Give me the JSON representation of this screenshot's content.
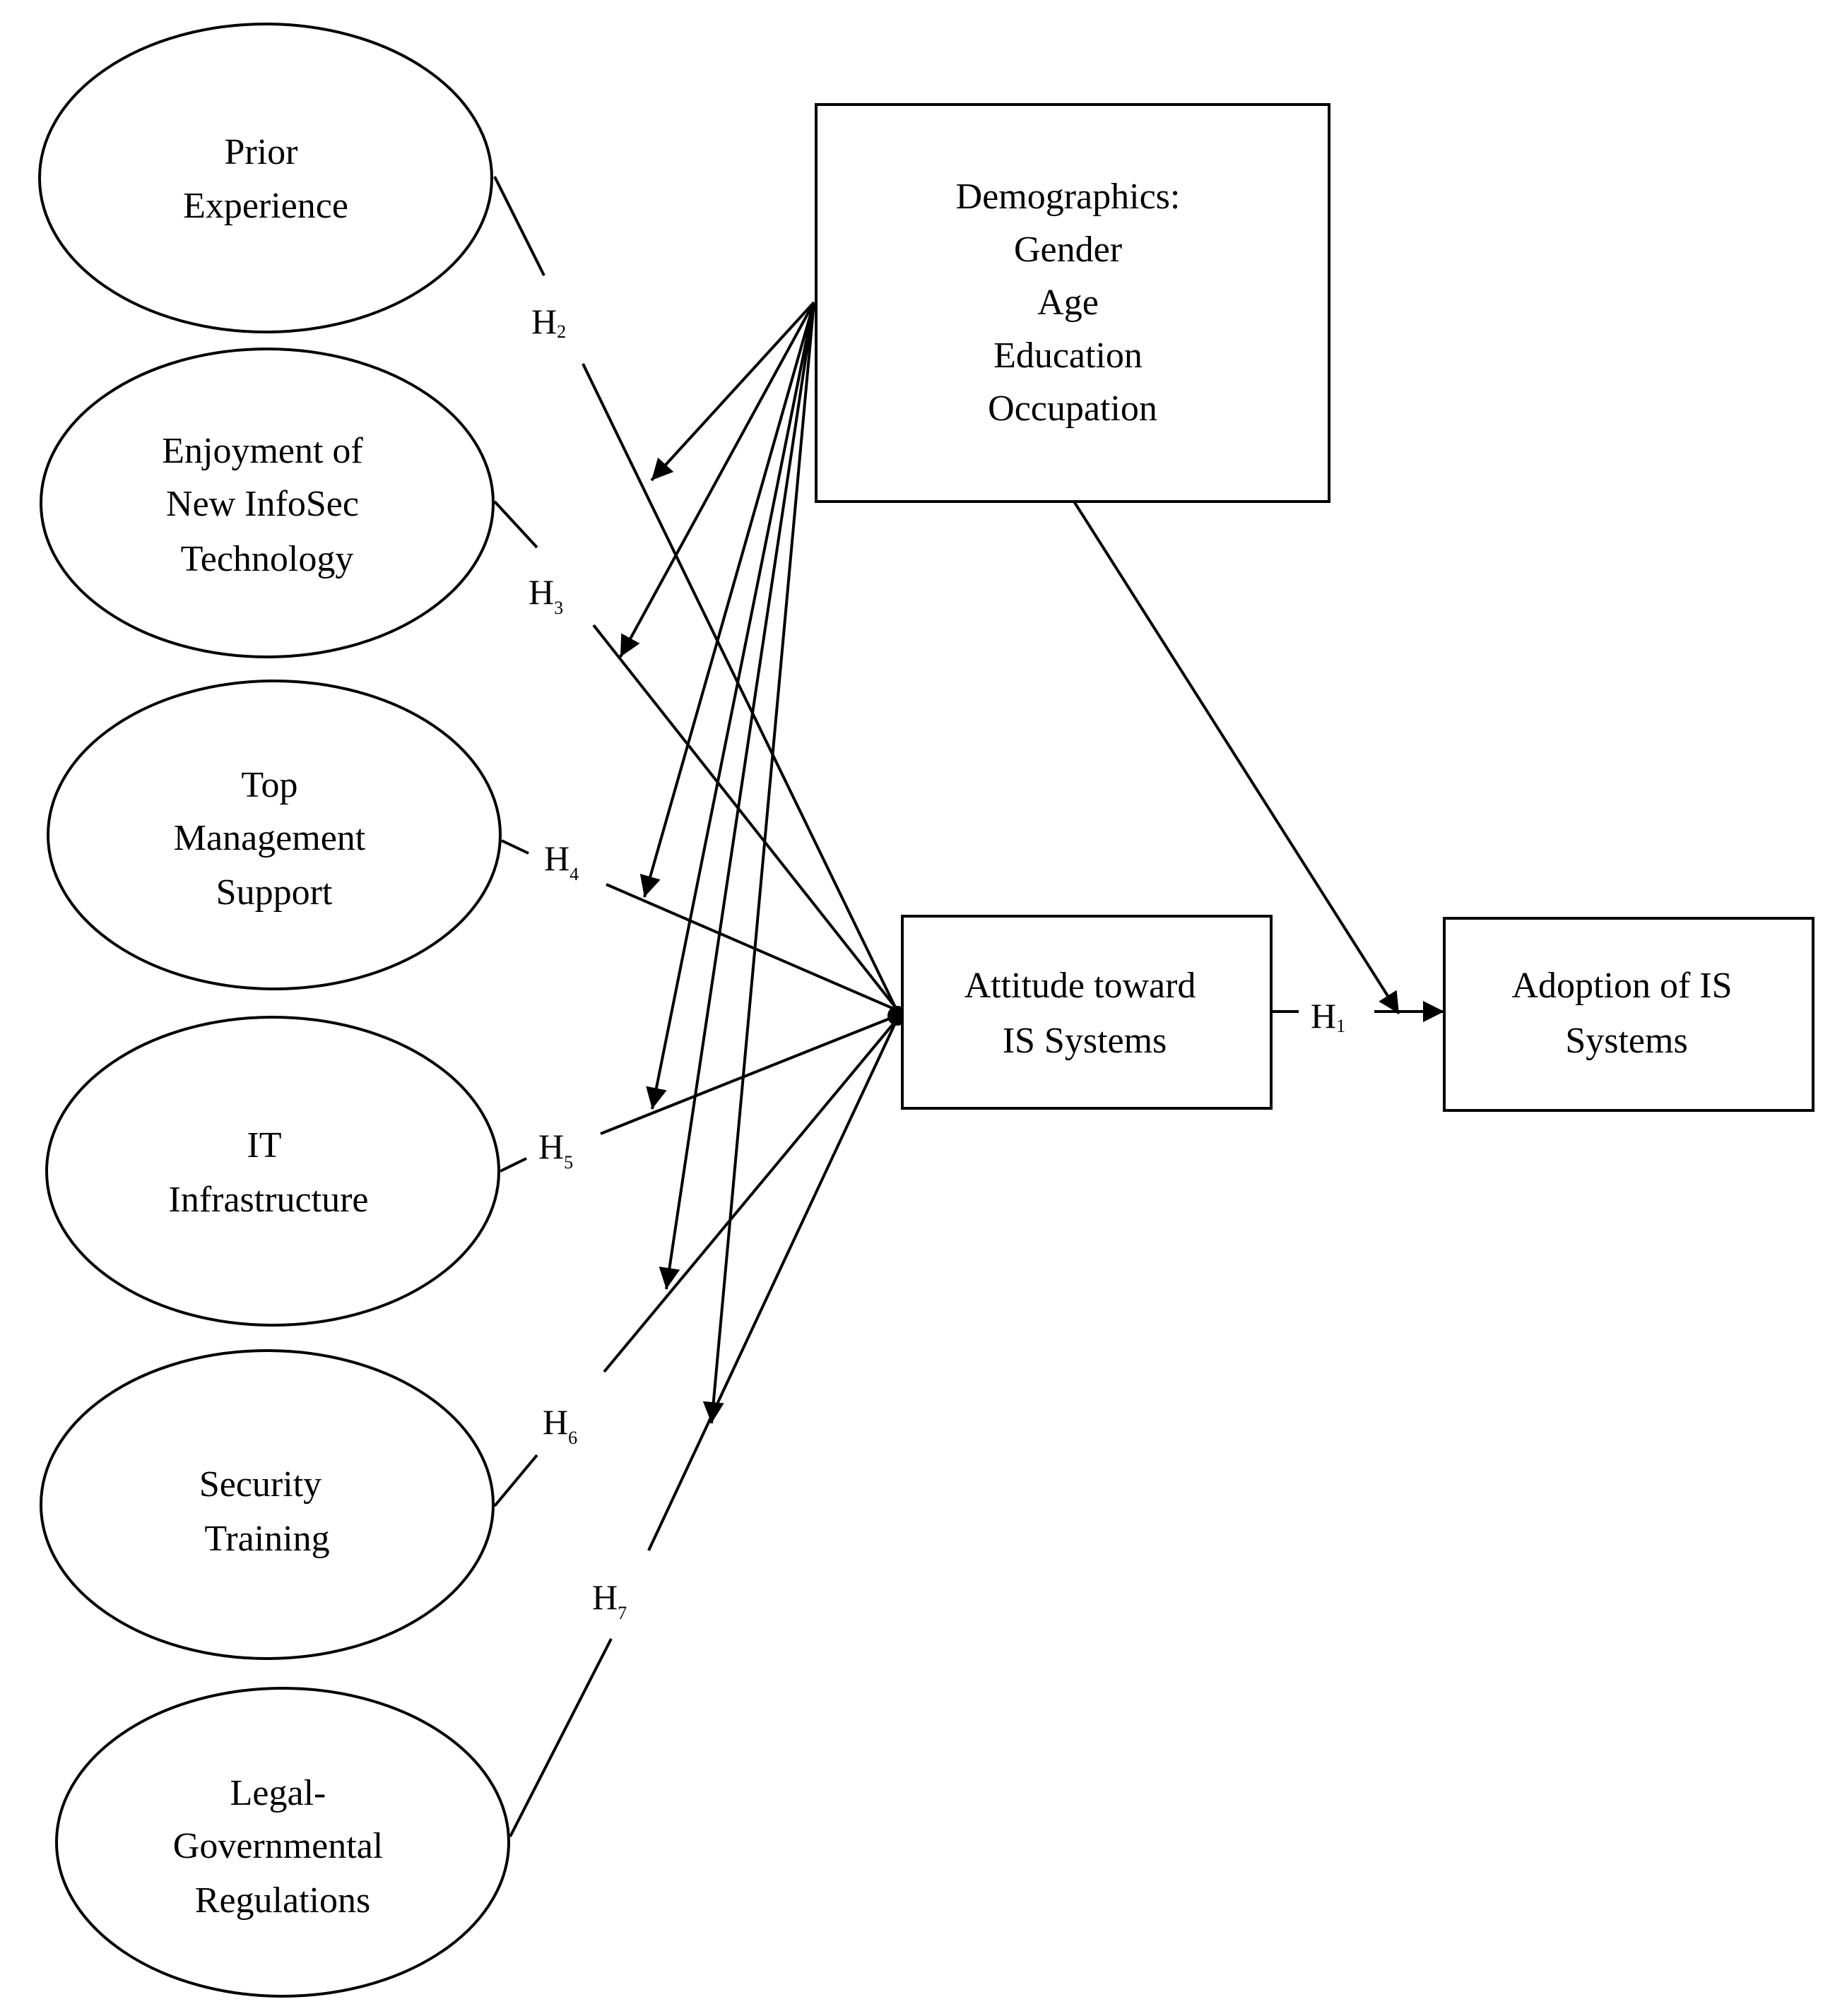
{
  "nodes": {
    "prior_experience": {
      "lines": [
        "Prior",
        "Experience"
      ]
    },
    "enjoyment": {
      "lines": [
        "Enjoyment of",
        "New InfoSec",
        "Technology"
      ]
    },
    "top_management": {
      "lines": [
        "Top",
        "Management",
        "Support"
      ]
    },
    "it_infrastructure": {
      "lines": [
        "IT",
        "Infrastructure"
      ]
    },
    "security_training": {
      "lines": [
        "Security",
        "Training"
      ]
    },
    "legal_governmental": {
      "lines": [
        "Legal-",
        "Governmental",
        "Regulations"
      ]
    },
    "demographics": {
      "lines": [
        "Demographics:",
        "Gender",
        "Age",
        "Education",
        "Occupation"
      ]
    },
    "attitude": {
      "lines": [
        "Attitude toward",
        "IS Systems"
      ]
    },
    "adoption": {
      "lines": [
        "Adoption of IS",
        "Systems"
      ]
    }
  },
  "hypotheses": {
    "h1": {
      "main": "H",
      "sub": "1"
    },
    "h2": {
      "main": "H",
      "sub": "2"
    },
    "h3": {
      "main": "H",
      "sub": "3"
    },
    "h4": {
      "main": "H",
      "sub": "4"
    },
    "h5": {
      "main": "H",
      "sub": "5"
    },
    "h6": {
      "main": "H",
      "sub": "6"
    },
    "h7": {
      "main": "H",
      "sub": "7"
    }
  }
}
